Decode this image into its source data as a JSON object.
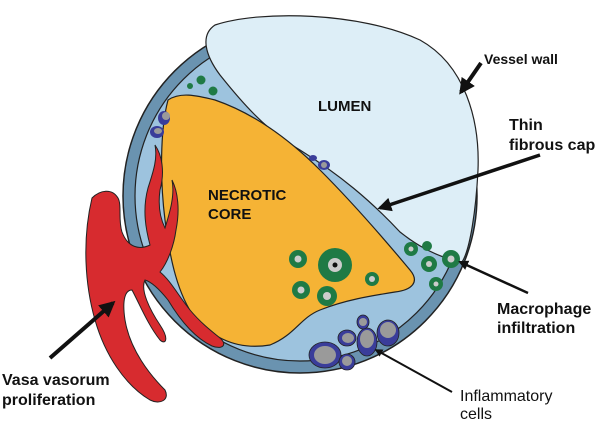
{
  "diagram": {
    "title": "Vulnerable atherosclerotic plaque",
    "regions": {
      "lumen": "LUMEN",
      "necrotic_core_line1": "NECROTIC",
      "necrotic_core_line2": "CORE"
    },
    "labels": {
      "vessel_wall": "Vessel wall",
      "thin_fibrous_cap_line1": "Thin",
      "thin_fibrous_cap_line2": "fibrous cap",
      "macrophage_line1": "Macrophage",
      "macrophage_line2": "infiltration",
      "inflammatory_line1": "Inflammatory",
      "inflammatory_line2": "cells",
      "vasa_line1": "Vasa vasorum",
      "vasa_line2": "proliferation"
    },
    "colors": {
      "outer_wall": "#6a93b0",
      "inner_wall": "#9dc3de",
      "lumen": "#ddeef7",
      "necrotic_core": "#f5b335",
      "vasa_vasorum": "#d72b2f",
      "macrophage": "#1f7a45",
      "inflammatory_cell": "#3a3d9a",
      "nucleus": "#9a9a9a"
    }
  }
}
